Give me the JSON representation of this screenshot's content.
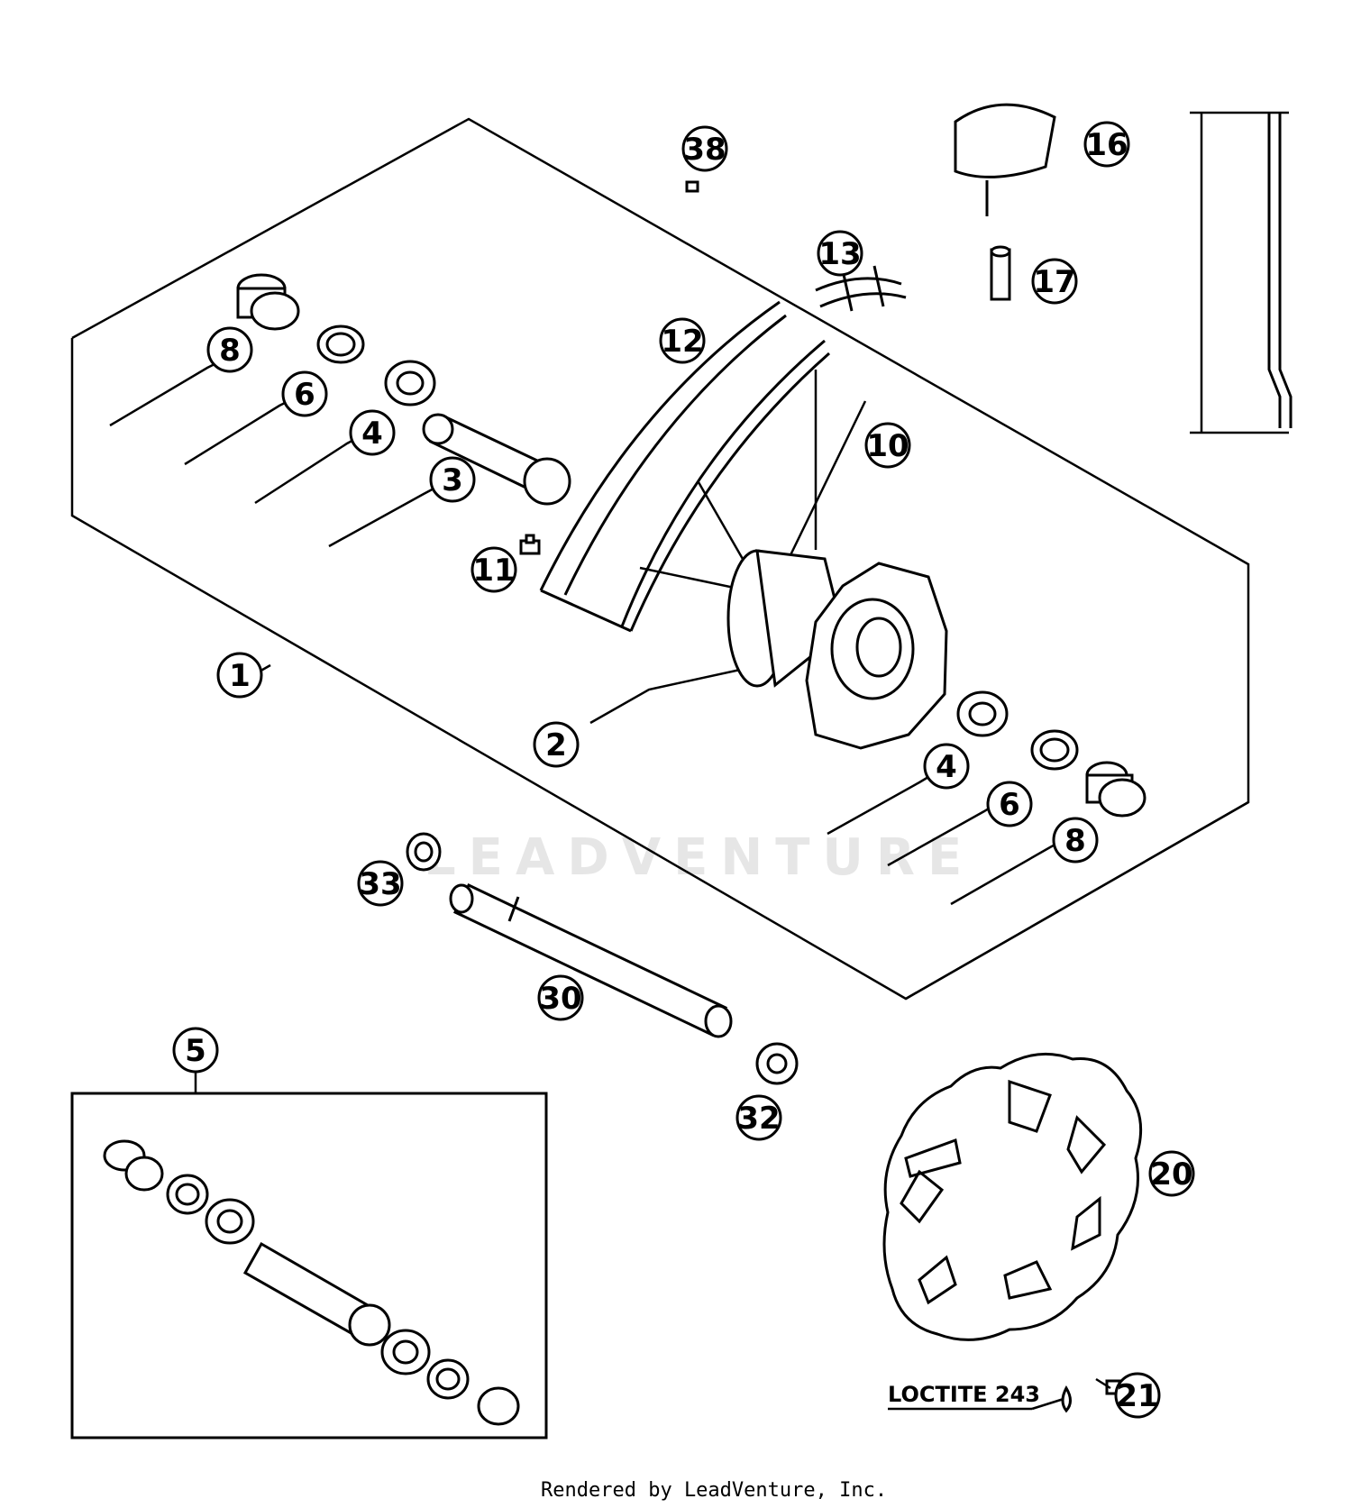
{
  "diagram": {
    "callouts": [
      {
        "label": "38"
      },
      {
        "label": "16"
      },
      {
        "label": "13"
      },
      {
        "label": "17"
      },
      {
        "label": "8"
      },
      {
        "label": "6"
      },
      {
        "label": "4"
      },
      {
        "label": "3"
      },
      {
        "label": "12"
      },
      {
        "label": "10"
      },
      {
        "label": "11"
      },
      {
        "label": "1"
      },
      {
        "label": "2"
      },
      {
        "label": "4"
      },
      {
        "label": "6"
      },
      {
        "label": "8"
      },
      {
        "label": "33"
      },
      {
        "label": "30"
      },
      {
        "label": "5"
      },
      {
        "label": "32"
      },
      {
        "label": "20"
      },
      {
        "label": "21"
      }
    ],
    "note": "LOCTITE 243",
    "watermark": "LEADVENTURE"
  },
  "footer": "Rendered by LeadVenture, Inc."
}
